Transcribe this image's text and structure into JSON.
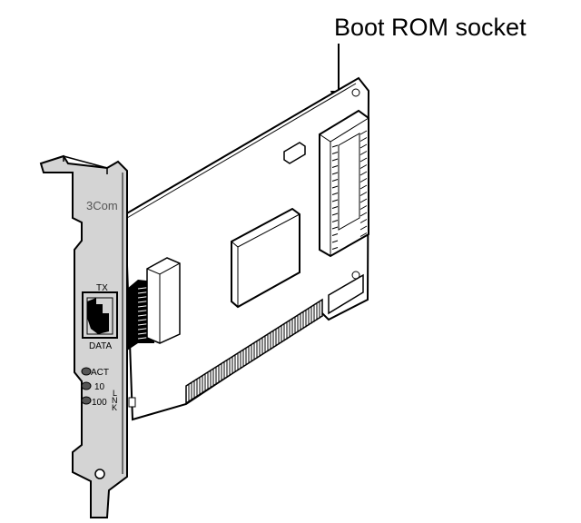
{
  "callout": {
    "label": "Boot ROM socket"
  },
  "bracket": {
    "brand": "3Com",
    "port_top_label": "TX",
    "port_bottom_label": "DATA",
    "leds": [
      "ACT",
      "10",
      "100"
    ],
    "link_label": [
      "L",
      "N",
      "K"
    ]
  },
  "colors": {
    "bracket": "#d4d4d4",
    "board": "#ffffff",
    "outline": "#000000",
    "connector": "#000000"
  }
}
